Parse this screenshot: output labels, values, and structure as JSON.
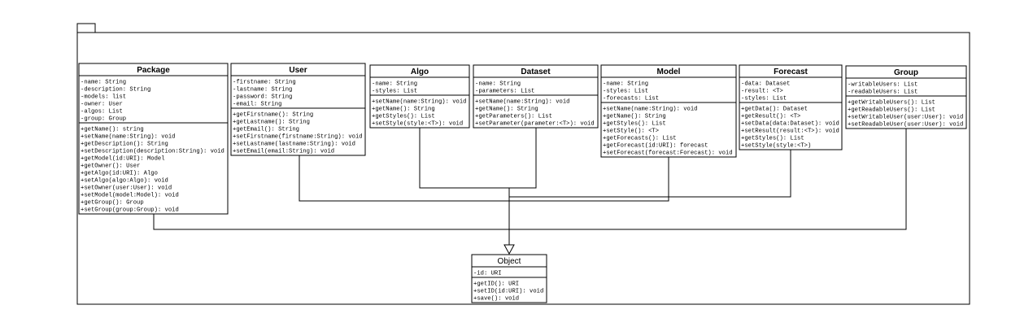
{
  "classes": [
    {
      "id": "package",
      "name": "Package",
      "attributes": [
        "-name: String",
        "-description: String",
        "-models: list",
        "-owner: User",
        "-algos: List",
        "-group: Group"
      ],
      "methods": [
        "+getName(): string",
        "+setName(name:String): void",
        "+getDescription(): String",
        "+setDescription(description:String): void",
        "+getModel(id:URI): Model",
        "+getOwner(): User",
        "+getAlgo(id:URI): Algo",
        "+setAlgo(algo:Algo): void",
        "+setOwner(user:User): void",
        "+setModel(model:Model): void",
        "+getGroup(): Group",
        "+setGroup(group:Group): void"
      ]
    },
    {
      "id": "user",
      "name": "User",
      "attributes": [
        "-firstname: String",
        "-lastname: String",
        "-password: String",
        "-email: String"
      ],
      "methods": [
        "+getFirstname(): String",
        "+getLastname(): String",
        "+getEmail(): String",
        "+setFirstname(firstname:String): void",
        "+setLastname(lastname:String): void",
        "+setEmail(email:String): void"
      ]
    },
    {
      "id": "algo",
      "name": "Algo",
      "attributes": [
        "-name: String",
        "-styles: List"
      ],
      "methods": [
        "+setName(name:String): void",
        "+getName(): String",
        "+getStyles(): List",
        "+setStyle(style:<T>): void"
      ]
    },
    {
      "id": "dataset",
      "name": "Dataset",
      "attributes": [
        "-name: String",
        "-parameters: List"
      ],
      "methods": [
        "+setName(name:String): void",
        "+getName(): String",
        "+getParameters(): List",
        "+setParameter(parameter:<T>): void"
      ]
    },
    {
      "id": "model",
      "name": "Model",
      "attributes": [
        "-name: String",
        "-styles: List",
        "-forecasts: List"
      ],
      "methods": [
        "+setName(name:String): void",
        "+getName(): String",
        "+getStyles(): List",
        "+setStyle(): <T>",
        "+getForecasts(): List",
        "+getForecast(id:URI): forecast",
        "+setForecast(forecast:Forecast): void"
      ]
    },
    {
      "id": "forecast",
      "name": "Forecast",
      "attributes": [
        "-data: Dataset",
        "-result: <T>",
        "-styles: List"
      ],
      "methods": [
        "+getData(): Dataset",
        "+getResult(): <T>",
        "+setData(data:Dataset): void",
        "+setResult(result:<T>): void",
        "+getStyles(): List",
        "+setStyle(style:<T>)"
      ]
    },
    {
      "id": "group",
      "name": "Group",
      "attributes": [
        "-writableUsers: List",
        "-readableUsers: List"
      ],
      "methods": [
        "+getWritableUsers(): List",
        "+getReadableUsers(): List",
        "+setWritableUser(user:User): void",
        "+setReadableUser(user:User): void"
      ]
    },
    {
      "id": "object",
      "name": "Object",
      "attributes": [
        "-id: URI"
      ],
      "methods": [
        "+getID(): URI",
        "+setID(id:URI): void",
        "+save(): void"
      ]
    }
  ]
}
